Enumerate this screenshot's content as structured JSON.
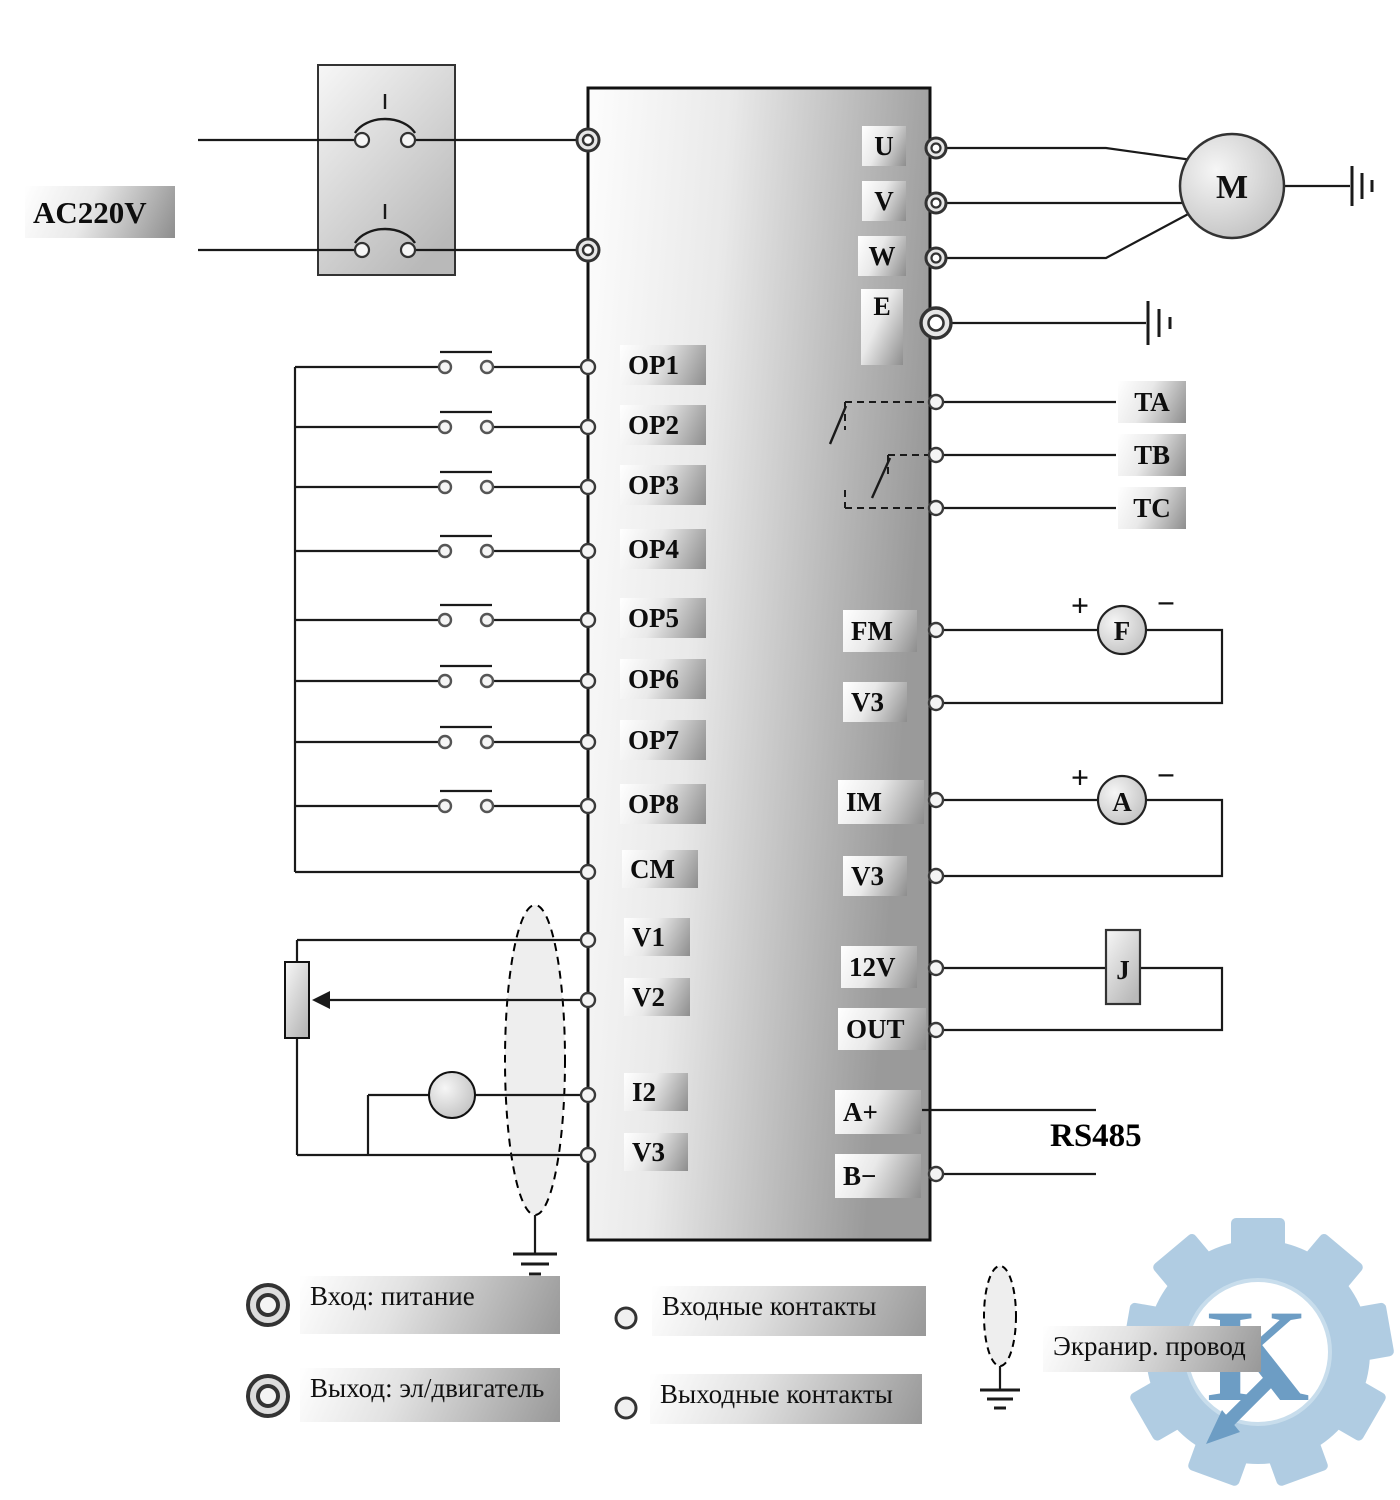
{
  "power": {
    "source": "AC220V"
  },
  "inverter": {
    "digital_inputs": [
      "OP1",
      "OP2",
      "OP3",
      "OP4",
      "OP5",
      "OP6",
      "OP7",
      "OP8"
    ],
    "common_terminal": "CM",
    "analog_terminals": [
      "V1",
      "V2",
      "I2",
      "V3"
    ],
    "power_outputs": [
      "U",
      "V",
      "W",
      "E"
    ],
    "relay_outputs": [
      "TA",
      "TB",
      "TC"
    ],
    "freq_output": {
      "signal": "FM",
      "ref": "V3"
    },
    "current_output": {
      "signal": "IM",
      "ref": "V3"
    },
    "digital_output": {
      "supply": "12V",
      "out": "OUT"
    },
    "rs485": {
      "a": "A+",
      "b": "B−",
      "label": "RS485"
    }
  },
  "external": {
    "motor": "M",
    "freq_meter": "F",
    "ammeter": "A",
    "load": "J",
    "plus": "+",
    "minus": "−"
  },
  "legend": {
    "input_power": "Вход: питание",
    "output_motor": "Выход: эл/двигатель",
    "input_contacts": "Входные контакты",
    "output_contacts": "Выходные контакты",
    "shielded_wire": "Экранир. провод"
  },
  "watermark": {
    "letter": "K"
  }
}
